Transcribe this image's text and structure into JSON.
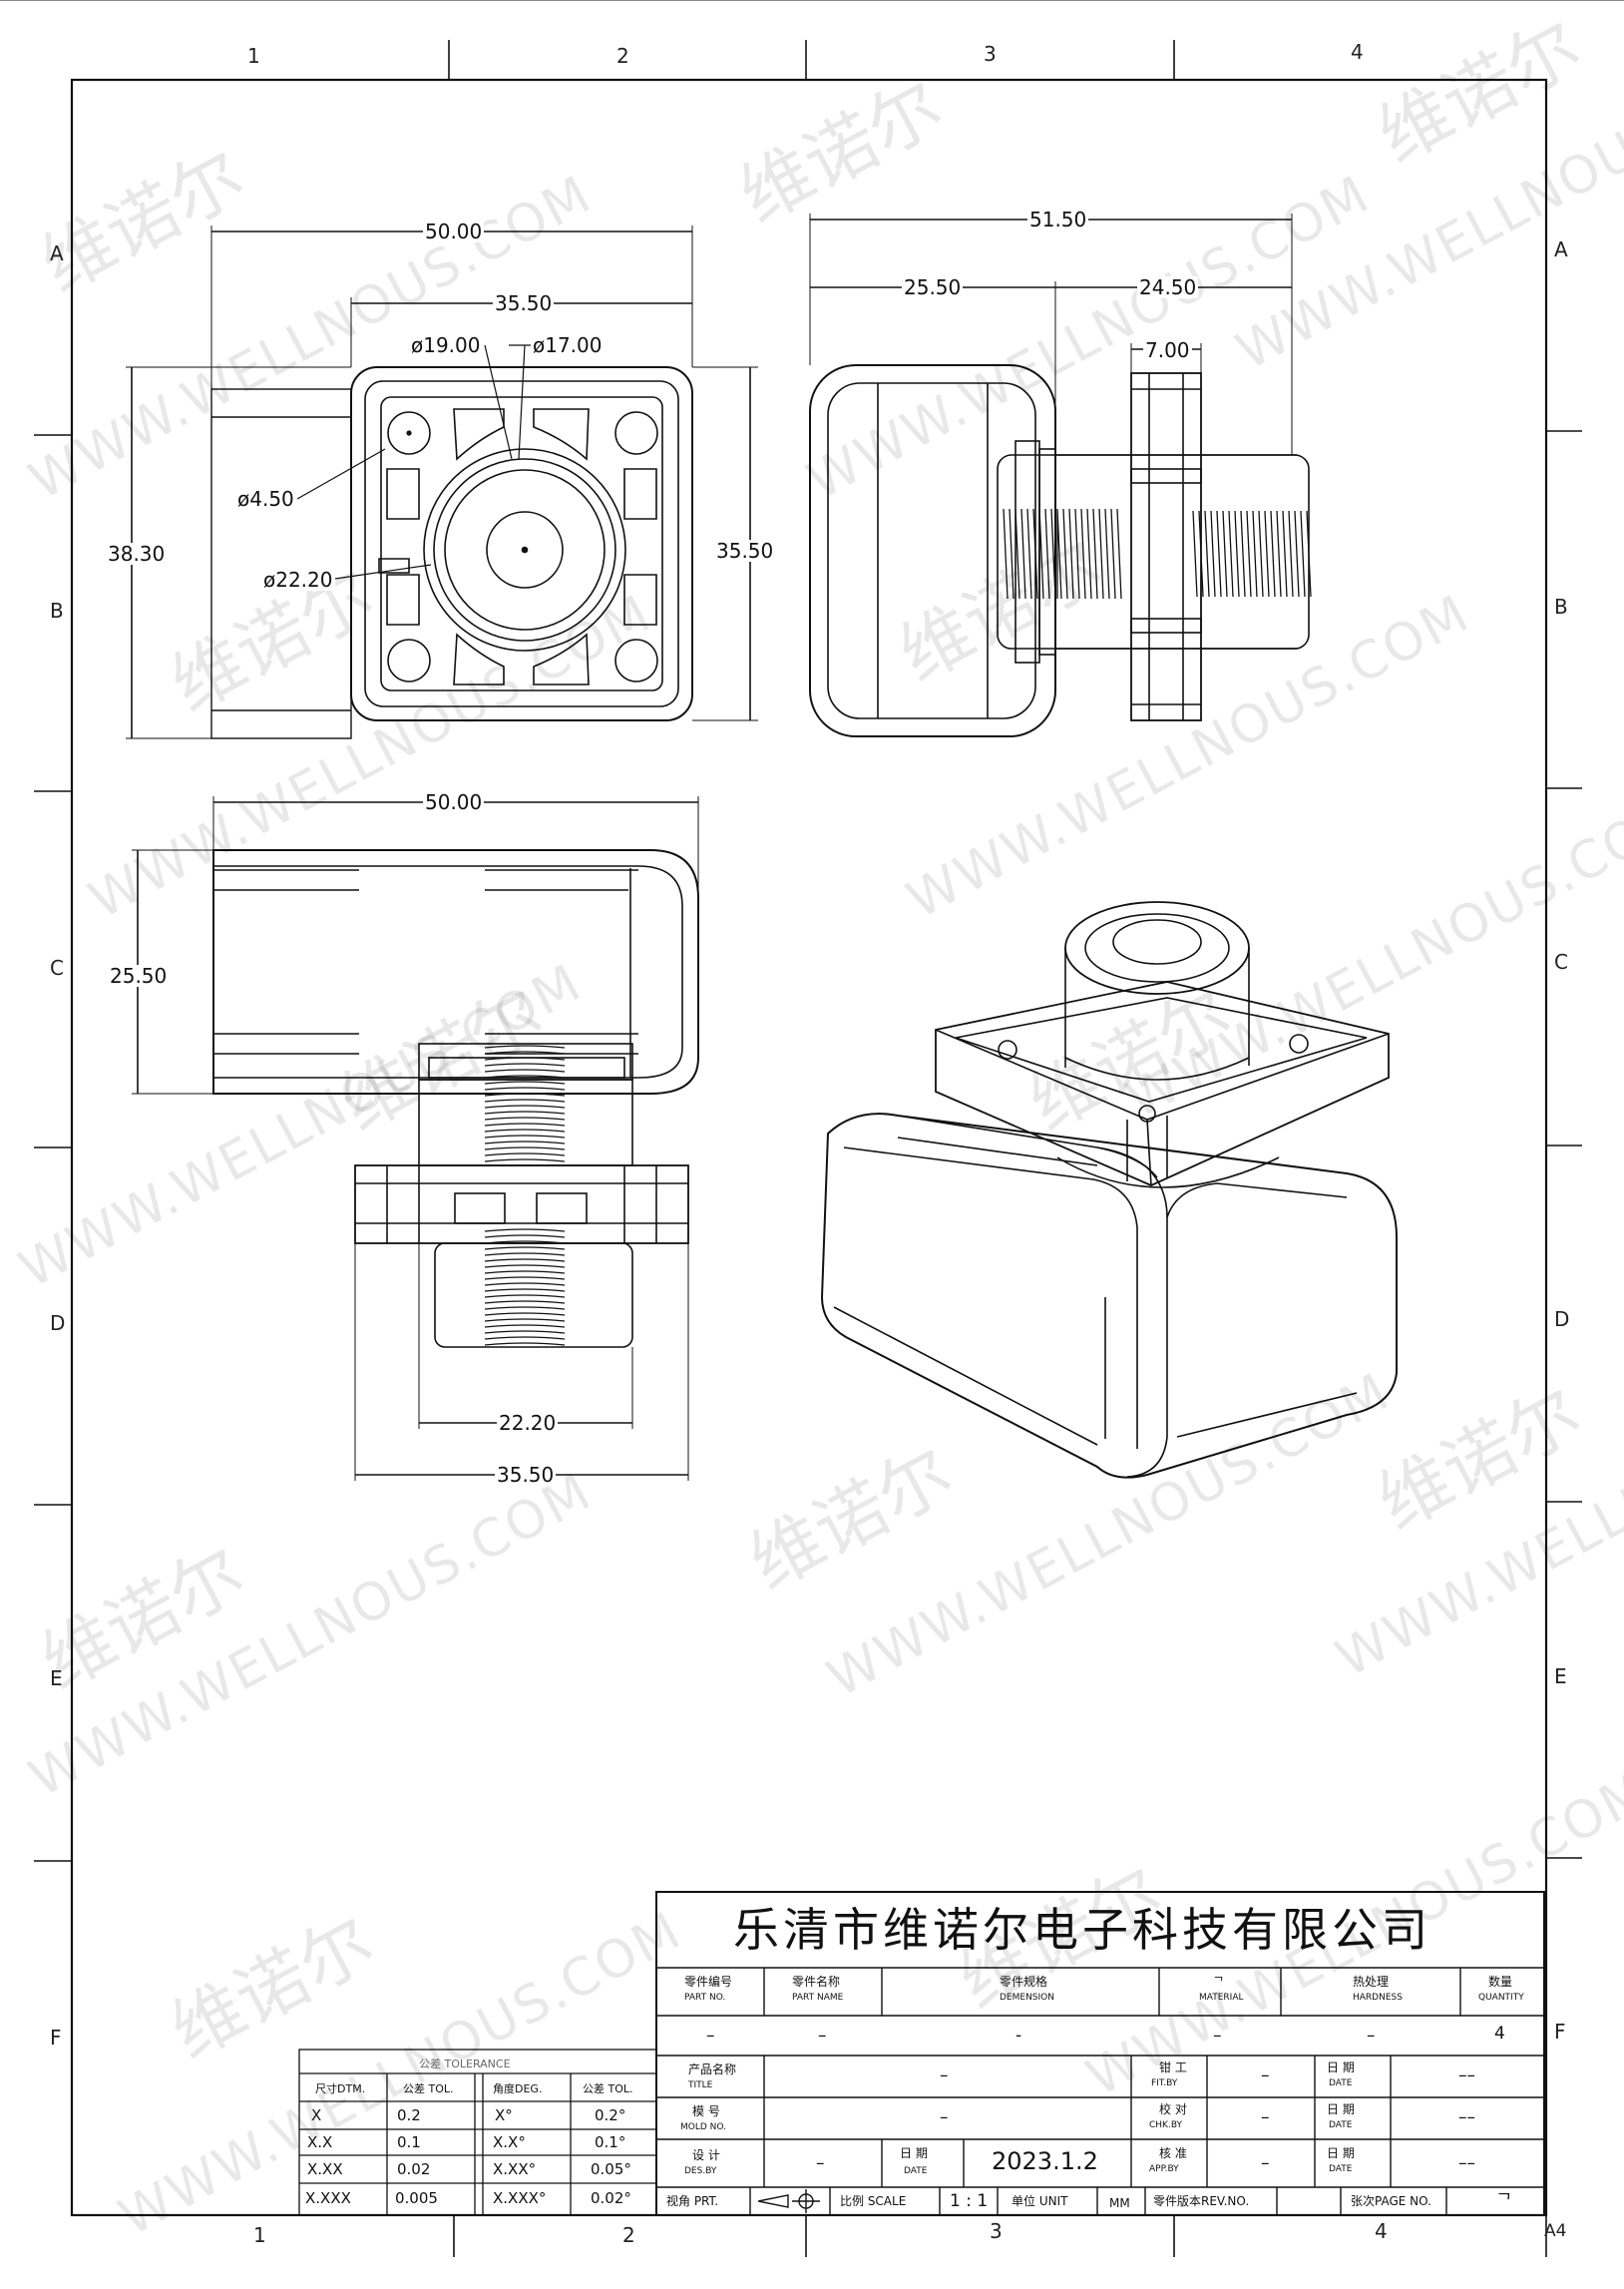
{
  "frame": {
    "columns": [
      "1",
      "2",
      "3",
      "4"
    ],
    "rows": [
      "A",
      "B",
      "C",
      "D",
      "E",
      "F"
    ],
    "sheet_size": "A4"
  },
  "watermark": {
    "cn": "维诺尔",
    "en": "WWW.WELLNOUS.COM"
  },
  "dimensions": {
    "top_width": "50.00",
    "top_inner_width": "35.50",
    "dia_19": "ø19.00",
    "dia_17": "ø17.00",
    "dia_4_5": "ø4.50",
    "dia_22_2": "ø22.20",
    "height_left": "38.30",
    "height_right": "35.50",
    "side_total": "51.50",
    "side_left": "25.50",
    "side_right": "24.50",
    "side_flange": "7.00",
    "front_width": "50.00",
    "front_height": "25.50",
    "front_nut_width": "22.20",
    "front_flange_width": "35.50"
  },
  "title_block": {
    "company": "乐清市维诺尔电子科技有限公司",
    "headers": [
      {
        "cn": "零件编号",
        "en": "PART NO."
      },
      {
        "cn": "零件名称",
        "en": "PART NAME"
      },
      {
        "cn": "零件规格",
        "en": "DEMENSION"
      },
      {
        "cn": "ᄀ",
        "en": "MATERIAL"
      },
      {
        "cn": "热处理",
        "en": "HARDNESS"
      },
      {
        "cn": "数量",
        "en": "QUANTITY"
      }
    ],
    "part_values": [
      "–",
      "–",
      "-",
      "–",
      "–",
      "4"
    ],
    "title_label": {
      "cn": "产品名称",
      "en": "TITLE"
    },
    "title_value": "–",
    "mold_label": {
      "cn": "模 号",
      "en": "MOLD NO."
    },
    "mold_value": "–",
    "design_label": {
      "cn": "设 计",
      "en": "DES.BY"
    },
    "design_value": "–",
    "date_label": {
      "cn": "日 期",
      "en": "DATE"
    },
    "date_value": "2023.1.2",
    "fit_label": {
      "cn": "钳 工",
      "en": "FIT.BY"
    },
    "check_label": {
      "cn": "校 对",
      "en": "CHK.BY"
    },
    "approve_label": {
      "cn": "核 准",
      "en": "APP.BY"
    },
    "sign_values": [
      "–",
      "–",
      "–"
    ],
    "date_values": [
      "––",
      "––",
      "––"
    ],
    "view_label": "视角 PRT.",
    "scale_label": "比例 SCALE",
    "scale_value": "1 : 1",
    "unit_label": "单位 UNIT",
    "unit_value": "MM",
    "revision_label": "零件版本REV.NO.",
    "page_label": "张次PAGE NO.",
    "page_value": "ᄀ"
  },
  "tolerance_table": {
    "caption": "公差 TOLERANCE",
    "headers": [
      "尺寸DTM.",
      "公差 TOL.",
      "角度DEG.",
      "公差 TOL."
    ],
    "rows": [
      [
        "X",
        "0.2",
        "X°",
        "0.2°"
      ],
      [
        "X.X",
        "0.1",
        "X.X°",
        "0.1°"
      ],
      [
        "X.XX",
        "0.02",
        "X.XX°",
        "0.05°"
      ],
      [
        "X.XXX",
        "0.005",
        "X.XXX°",
        "0.02°"
      ]
    ]
  }
}
